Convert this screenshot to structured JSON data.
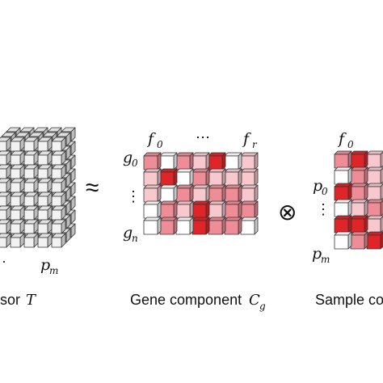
{
  "colors": {
    "white": "#ffffff",
    "light": "#f7c9cf",
    "medium": "#ee8d97",
    "dark": "#e02529",
    "edge": "#333333"
  },
  "tensor": {
    "label_p": "p",
    "label_p_sub": "m",
    "ellipsis": "·",
    "caption_text": "sor",
    "caption_var": "T"
  },
  "approx_symbol": "≈",
  "otimes_symbol": "⊗",
  "gene": {
    "col_first": "f",
    "col_first_sub": "0",
    "col_ellipsis": "⋯",
    "col_last": "f",
    "col_last_sub": "r",
    "row_first": "g",
    "row_first_sub": "0",
    "row_ellipsis": "⋮",
    "row_last": "g",
    "row_last_sub": "n",
    "caption_text": "Gene component",
    "caption_var": "C",
    "caption_sub": "g",
    "cells": [
      [
        "medium",
        "white",
        "medium",
        "light",
        "dark",
        "white",
        "light"
      ],
      [
        "light",
        "dark",
        "white",
        "medium",
        "light",
        "light",
        "light"
      ],
      [
        "light",
        "white",
        "medium",
        "light",
        "medium",
        "medium",
        "light"
      ],
      [
        "white",
        "medium",
        "light",
        "dark",
        "light",
        "medium",
        "medium"
      ],
      [
        "white",
        "medium",
        "white",
        "dark",
        "medium",
        "medium",
        "white"
      ]
    ]
  },
  "sample": {
    "col_first": "f",
    "col_first_sub": "0",
    "row_first": "p",
    "row_first_sub": "0",
    "row_ellipsis": "⋮",
    "row_last": "p",
    "row_last_sub": "m",
    "caption_text": "Sample co",
    "cells": [
      [
        "medium",
        "dark",
        "light"
      ],
      [
        "white",
        "medium",
        "light"
      ],
      [
        "dark",
        "medium",
        "light"
      ],
      [
        "white",
        "light",
        "medium"
      ],
      [
        "dark",
        "dark",
        "light"
      ],
      [
        "white",
        "medium",
        "dark"
      ]
    ]
  }
}
